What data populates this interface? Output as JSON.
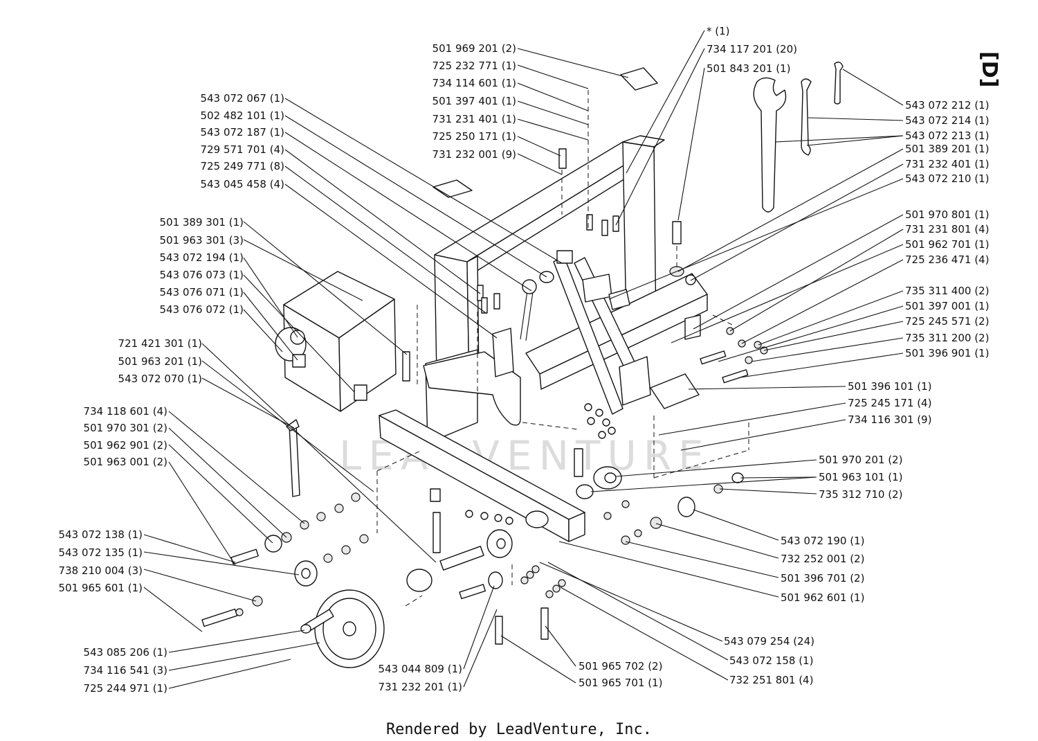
{
  "diagram_key": "[D]",
  "watermark": "LEADVENTURE",
  "footer": "Rendered by LeadVenture, Inc.",
  "labels": [
    {
      "text": "* (1)"
    },
    {
      "text": "734 117 201 (20)"
    },
    {
      "text": "501 843 201 (1)"
    },
    {
      "text": "501 969 201 (2)"
    },
    {
      "text": "725 232 771 (1)"
    },
    {
      "text": "734 114 601 (1)"
    },
    {
      "text": "501 397 401 (1)"
    },
    {
      "text": "731 231 401 (1)"
    },
    {
      "text": "725 250 171 (1)"
    },
    {
      "text": "731 232 001 (9)"
    },
    {
      "text": "543 072 067 (1)"
    },
    {
      "text": "502 482 101 (1)"
    },
    {
      "text": "543 072 187 (1)"
    },
    {
      "text": "729 571 701 (4)"
    },
    {
      "text": "725 249 771 (8)"
    },
    {
      "text": "543 045 458 (4)"
    },
    {
      "text": "501 389 301 (1)"
    },
    {
      "text": "501 963 301 (3)"
    },
    {
      "text": "543 072 194 (1)"
    },
    {
      "text": "543 076 073 (1)"
    },
    {
      "text": "543 076 071 (1)"
    },
    {
      "text": "543 076 072 (1)"
    },
    {
      "text": "721 421 301 (1)"
    },
    {
      "text": "501 963 201 (1)"
    },
    {
      "text": "543 072 070 (1)"
    },
    {
      "text": "734 118 601 (4)"
    },
    {
      "text": "501 970 301 (2)"
    },
    {
      "text": "501 962 901 (2)"
    },
    {
      "text": "501 963 001 (2)"
    },
    {
      "text": "543 072 138 (1)"
    },
    {
      "text": "543 072 135 (1)"
    },
    {
      "text": "738 210 004 (3)"
    },
    {
      "text": "501 965 601 (1)"
    },
    {
      "text": "543 085 206 (1)"
    },
    {
      "text": "734 116 541 (3)"
    },
    {
      "text": "725 244 971 (1)"
    },
    {
      "text": "543 044 809 (1)"
    },
    {
      "text": "731 232 201 (1)"
    },
    {
      "text": "501 965 702 (2)"
    },
    {
      "text": "501 965 701 (1)"
    },
    {
      "text": "543 079 254 (24)"
    },
    {
      "text": "543 072 158 (1)"
    },
    {
      "text": "732 251 801 (4)"
    },
    {
      "text": "543 072 212 (1)"
    },
    {
      "text": "543 072 214 (1)"
    },
    {
      "text": "543 072 213 (1)"
    },
    {
      "text": "501 389 201 (1)"
    },
    {
      "text": "731 232 401 (1)"
    },
    {
      "text": "543 072 210 (1)"
    },
    {
      "text": "501 970 801 (1)"
    },
    {
      "text": "731 231 801 (4)"
    },
    {
      "text": "501 962 701 (1)"
    },
    {
      "text": "725 236 471 (4)"
    },
    {
      "text": "735 311 400 (2)"
    },
    {
      "text": "501 397 001 (1)"
    },
    {
      "text": "725 245 571 (2)"
    },
    {
      "text": "735 311 200 (2)"
    },
    {
      "text": "501 396 901 (1)"
    },
    {
      "text": "501 396 101 (1)"
    },
    {
      "text": "725 245 171 (4)"
    },
    {
      "text": "734 116 301 (9)"
    },
    {
      "text": "501 970 201 (2)"
    },
    {
      "text": "501 963 101 (1)"
    },
    {
      "text": "735 312 710 (2)"
    },
    {
      "text": "543 072 190 (1)"
    },
    {
      "text": "732 252 001 (2)"
    },
    {
      "text": "501 396 701 (2)"
    },
    {
      "text": "501 962 601 (1)"
    }
  ]
}
